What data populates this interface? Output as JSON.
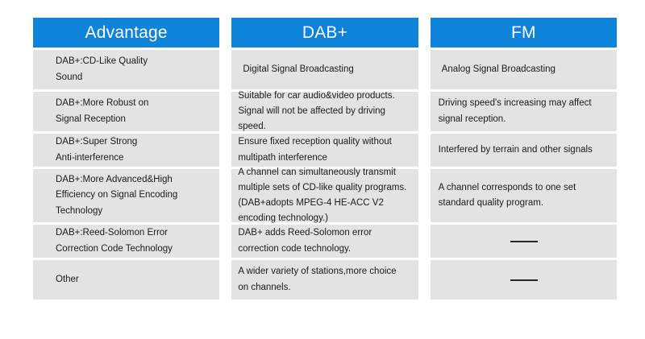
{
  "table": {
    "columns": [
      {
        "key": "advantage",
        "header": "Advantage",
        "cells": [
          "DAB+:CD-Like Quality\nSound",
          "DAB+:More Robust on\nSignal Reception",
          "DAB+:Super Strong\nAnti-interference",
          "DAB+:More Advanced&High\nEfficiency on Signal Encoding\nTechnology",
          "DAB+:Reed-Solomon Error\nCorrection Code Technology",
          "Other"
        ]
      },
      {
        "key": "dab_plus",
        "header": "DAB+",
        "cells": [
          "Digital Signal Broadcasting",
          "Suitable for car audio&video products.\nSignal will not be affected by driving\nspeed.",
          "Ensure fixed reception quality without\nmultipath interference",
          "A channel can simultaneously transmit\nmultiple sets of CD-like quality programs.\n(DAB+adopts MPEG-4 HE-ACC V2\nencoding technology.)",
          "DAB+ adds Reed-Solomon error\ncorrection code technology.",
          "A wider variety of stations,more choice\non channels."
        ]
      },
      {
        "key": "fm",
        "header": "FM",
        "cells": [
          "Analog Signal Broadcasting",
          "Driving speed's increasing may affect\nsignal reception.",
          "Interfered by terrain and other signals",
          "A channel corresponds to one set\nstandard quality program.",
          "",
          ""
        ]
      }
    ]
  },
  "colors": {
    "header_blue": "#0d83d9",
    "cell_gray": "#e3e3e3",
    "text": "#1b1b1b",
    "page_background": "#ffffff"
  }
}
